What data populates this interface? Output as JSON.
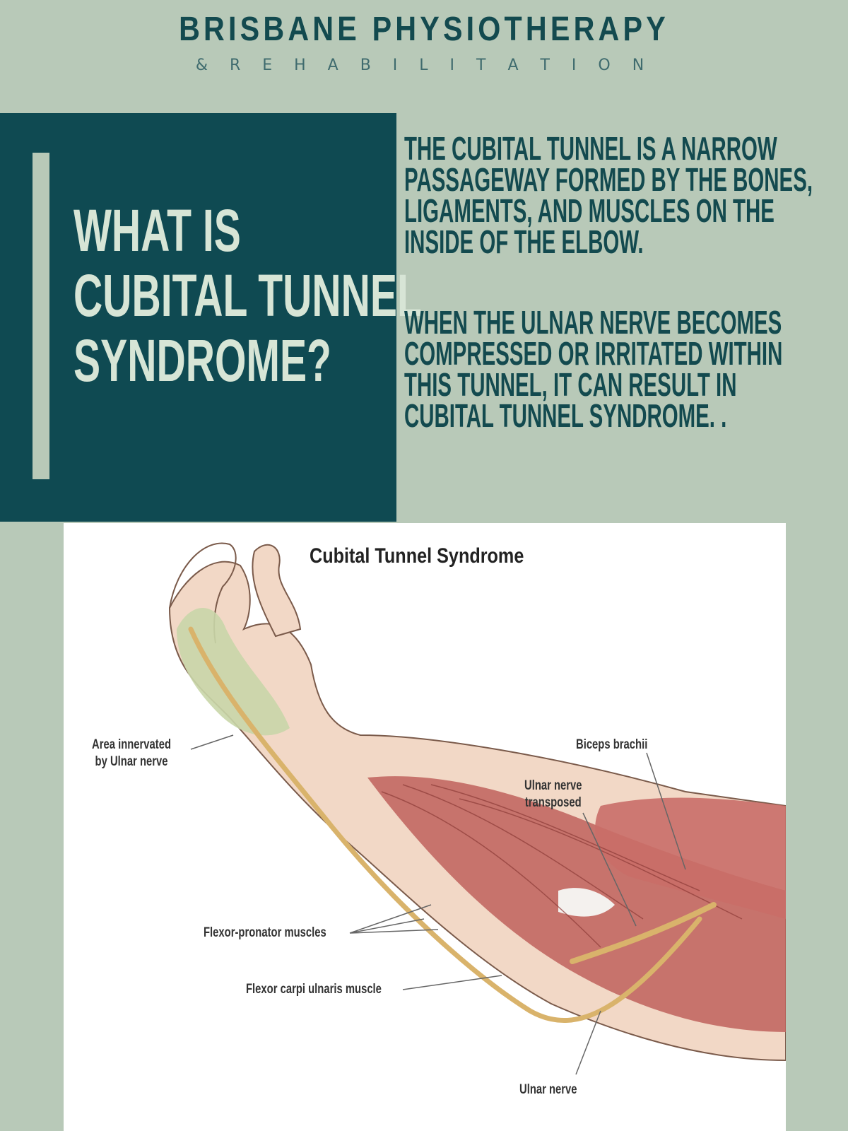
{
  "brand": {
    "title": "BRISBANE PHYSIOTHERAPY",
    "subtitle": "& R E H A B I L I T A T I O N"
  },
  "hero": {
    "title_lines": [
      "WHAT IS",
      "CUBITAL TUNNEL",
      "SYNDROME?"
    ]
  },
  "intro": {
    "para1_lines": [
      "THE CUBITAL TUNNEL IS A NARROW",
      "PASSAGEWAY FORMED BY THE BONES,",
      "LIGAMENTS, AND MUSCLES ON THE",
      "INSIDE OF THE ELBOW."
    ],
    "para2_lines": [
      "WHEN THE ULNAR NERVE BECOMES",
      "COMPRESSED OR IRRITATED WITHIN",
      "THIS TUNNEL, IT CAN RESULT IN",
      "CUBITAL TUNNEL SYNDROME. ."
    ]
  },
  "figure": {
    "title": "Cubital Tunnel Syndrome",
    "labels": {
      "area_line1": "Area innervated",
      "area_line2": "by Ulnar nerve",
      "biceps": "Biceps brachii",
      "ulnar_transposed_line1": "Ulnar nerve",
      "ulnar_transposed_line2": "transposed",
      "flexor_pronator": "Flexor-pronator muscles",
      "flexor_carpi": "Flexor carpi ulnaris muscle",
      "ulnar_nerve": "Ulnar nerve"
    }
  },
  "colors": {
    "background": "#b8c9b8",
    "panel": "#0f4a52",
    "brand_text": "#134a4f",
    "hero_text": "#d7e5d6",
    "skin": "#f2d8c6",
    "muscle": "#c0625c",
    "nerve": "#d9b36b",
    "innervated_area": "#c9d6a8"
  }
}
